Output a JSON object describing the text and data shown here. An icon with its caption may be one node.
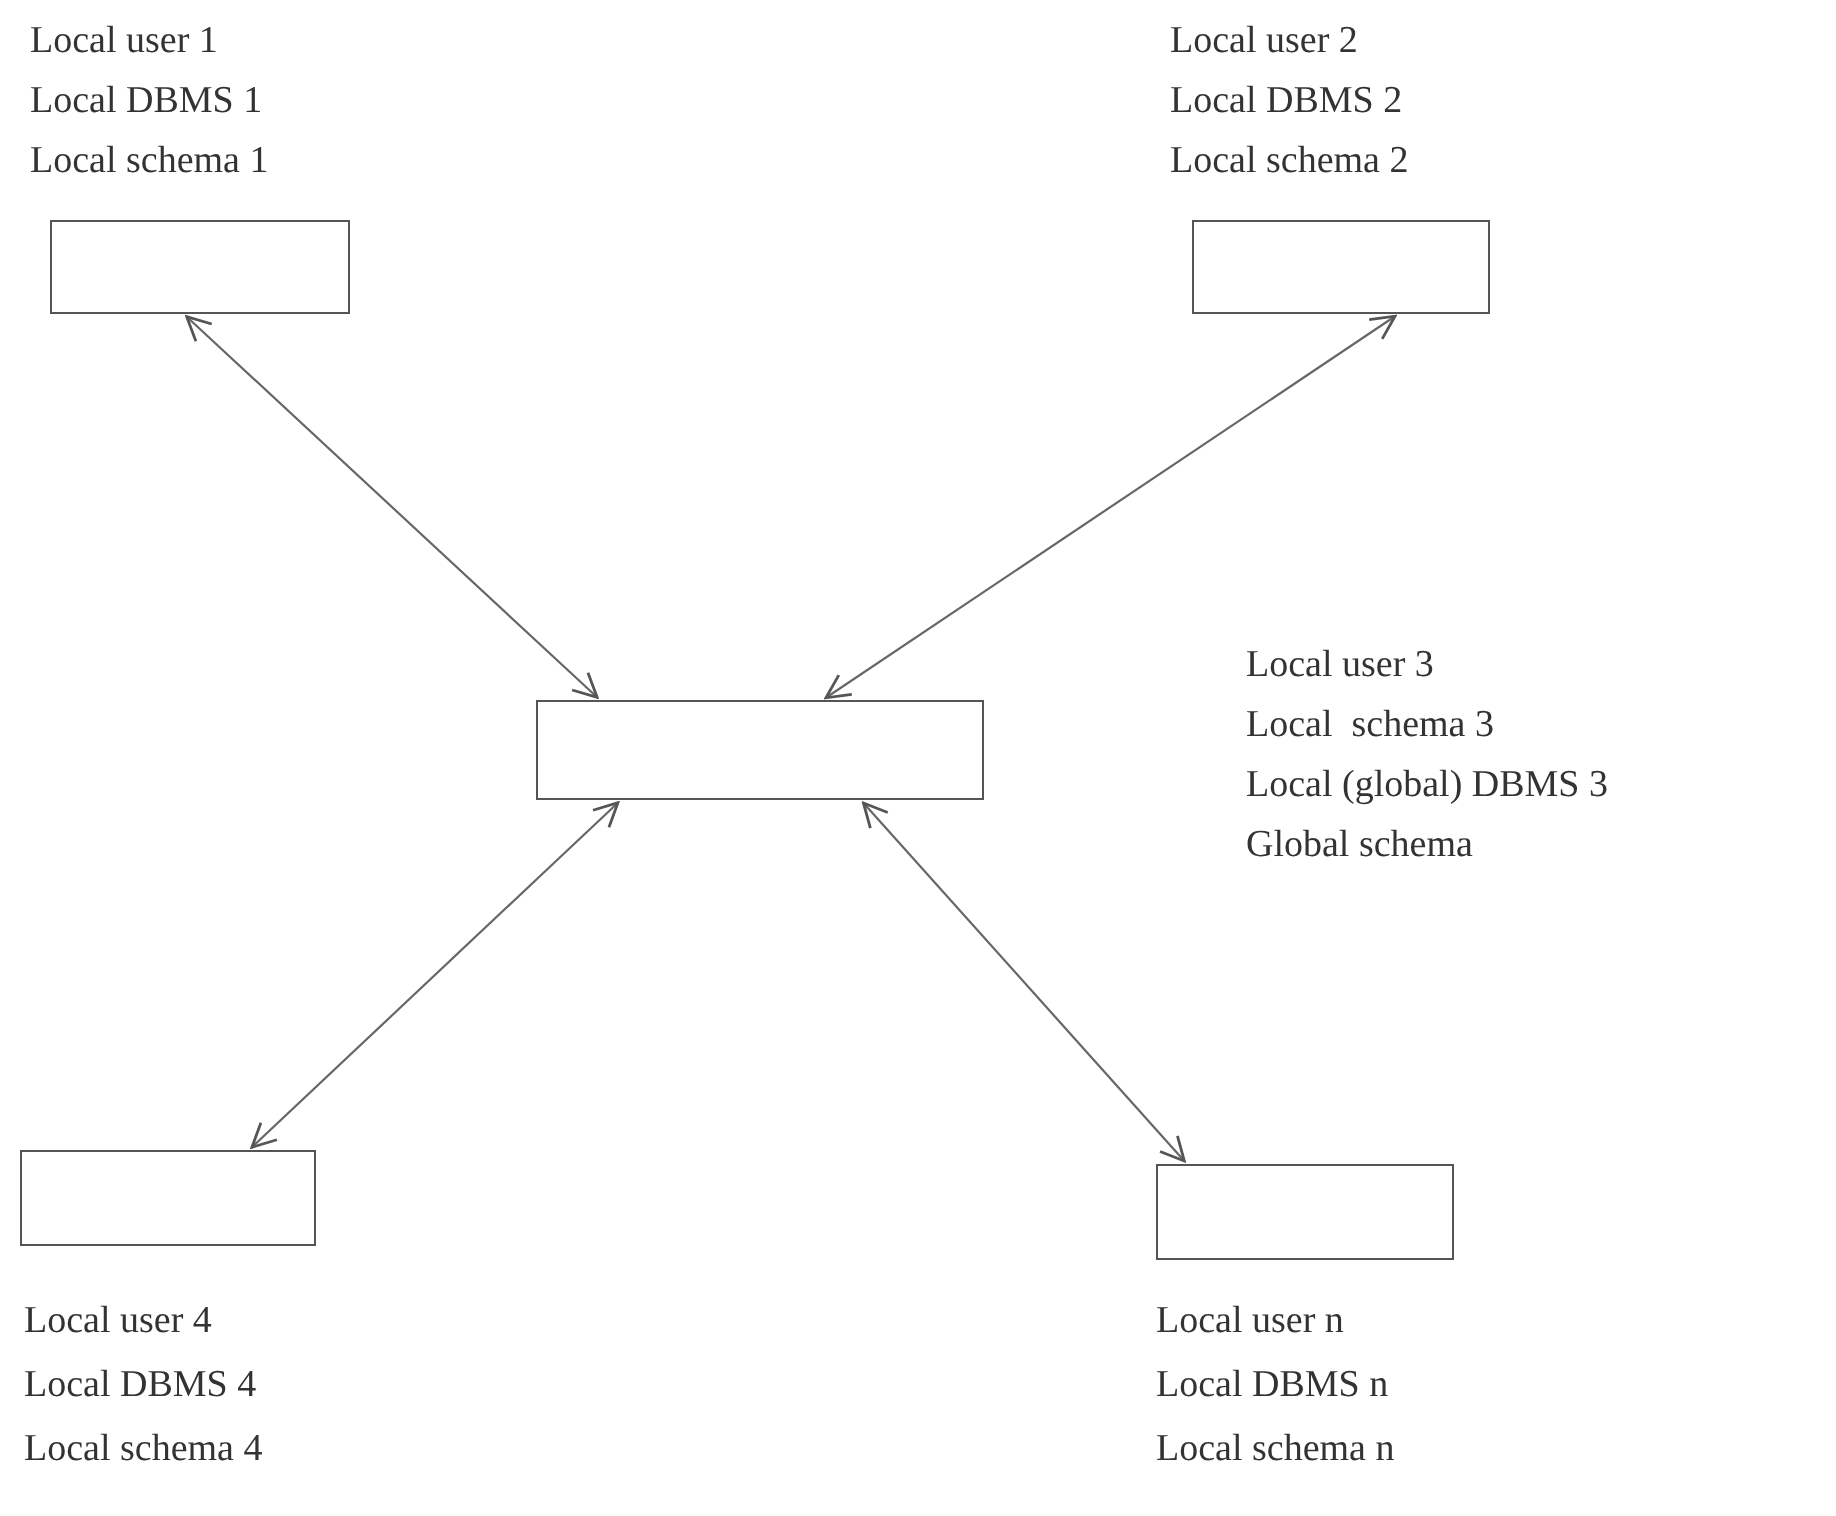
{
  "diagram": {
    "nodes": [
      {
        "text": [
          "Local user 1",
          "Local DBMS 1",
          "Local schema 1"
        ]
      },
      {
        "text": [
          "Local user 2",
          "Local DBMS 2",
          "Local schema 2"
        ]
      },
      {
        "text": [],
        "shape": "box",
        "beside": [
          "Local user 3",
          "Local  schema 3",
          "Local (global) DBMS 3",
          "Global schema"
        ]
      },
      {
        "text": [
          "Local user 4",
          "Local DBMS 4",
          "Local schema 4"
        ]
      },
      {
        "text": [
          "Local user n",
          "Local DBMS n",
          "Local schema n"
        ]
      }
    ],
    "edges": [
      {
        "from": 0,
        "to": 2,
        "arrow": "both"
      },
      {
        "from": 1,
        "to": 2,
        "arrow": "both"
      },
      {
        "from": 2,
        "to": 3,
        "arrow": "both"
      },
      {
        "from": 2,
        "to": 4,
        "arrow": "both"
      }
    ]
  }
}
